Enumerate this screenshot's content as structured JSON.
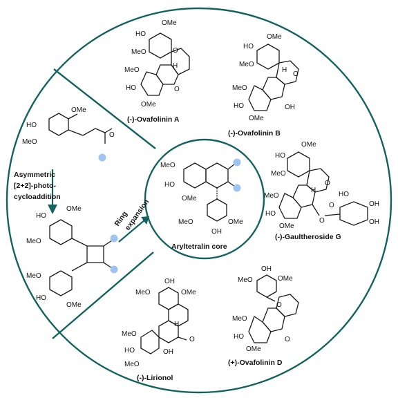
{
  "colors": {
    "teal": "#12635f",
    "ring_red": "#f2a9a6",
    "ring_pink": "#f3c9f1",
    "ring_green": "#b7eeb3",
    "ring_blue": "#a9bff3",
    "dot_blue": "#9fc4ef"
  },
  "substituents": {
    "ome": "OMe",
    "meo": "MeO",
    "ho": "HO",
    "oh": "OH",
    "h": "H",
    "o": "O"
  },
  "left_panel": {
    "step1_lines": [
      "Asymmetric",
      "[2+2]-photo-",
      "cycloaddition"
    ],
    "step2_lines": [
      "Ring",
      "expansion"
    ]
  },
  "center": {
    "caption": "Aryltetralin core"
  },
  "products": [
    {
      "id": "ovafolinin-a",
      "caption": "(-)-Ovafolinin A"
    },
    {
      "id": "ovafolinin-b",
      "caption": "(-)-Ovafolinin B"
    },
    {
      "id": "gaultheroside-g",
      "caption": "(-)-Gaultheroside G"
    },
    {
      "id": "ovafolinin-d",
      "caption": "(+)-Ovafolinin D"
    },
    {
      "id": "lirionol",
      "caption": "(-)-Lirionol"
    }
  ]
}
